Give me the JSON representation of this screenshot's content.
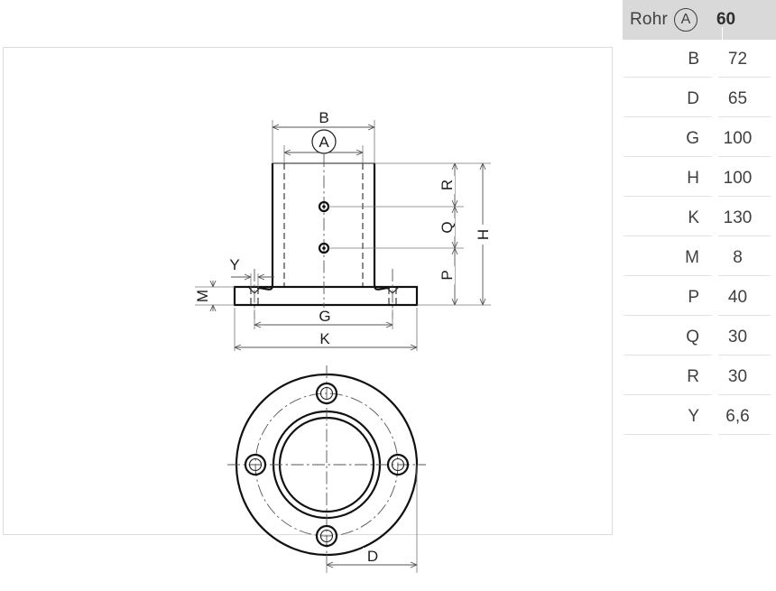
{
  "spec_table": {
    "header": {
      "label": "Rohr",
      "circle_symbol": "A",
      "value": "60"
    },
    "rows": [
      {
        "key": "B",
        "value": "72"
      },
      {
        "key": "D",
        "value": "65"
      },
      {
        "key": "G",
        "value": "100"
      },
      {
        "key": "H",
        "value": "100"
      },
      {
        "key": "K",
        "value": "130"
      },
      {
        "key": "M",
        "value": "8"
      },
      {
        "key": "P",
        "value": "40"
      },
      {
        "key": "Q",
        "value": "30"
      },
      {
        "key": "R",
        "value": "30"
      },
      {
        "key": "Y",
        "value": "6,6"
      }
    ]
  },
  "drawing": {
    "elevation_labels": {
      "b": "B",
      "a_circle": "A",
      "r": "R",
      "q": "Q",
      "p": "P",
      "h": "H",
      "y": "Y",
      "m": "M",
      "g": "G",
      "k": "K"
    },
    "plan_labels": {
      "d": "D"
    }
  },
  "colors": {
    "header_background": "#d9d9d9",
    "line": "#1d1d1d",
    "dimension_line": "#555555",
    "panel_border": "#dcdcdc",
    "row_rule": "#e2e2e2"
  }
}
